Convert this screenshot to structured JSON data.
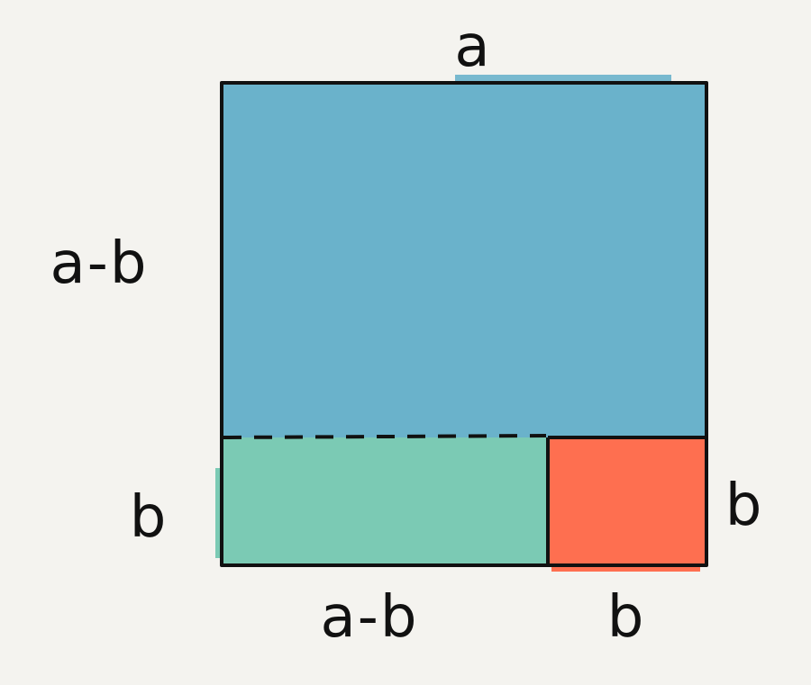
{
  "labels": {
    "top": "a",
    "left_upper": "a-b",
    "left_lower": "b",
    "right": "b",
    "bottom_left": "a-b",
    "bottom_right": "b"
  },
  "colors": {
    "background": "#f4f3ef",
    "large_square": "#6ab2cb",
    "rectangle": "#7bcab4",
    "small_square": "#fe6f50",
    "stroke": "#111111"
  }
}
